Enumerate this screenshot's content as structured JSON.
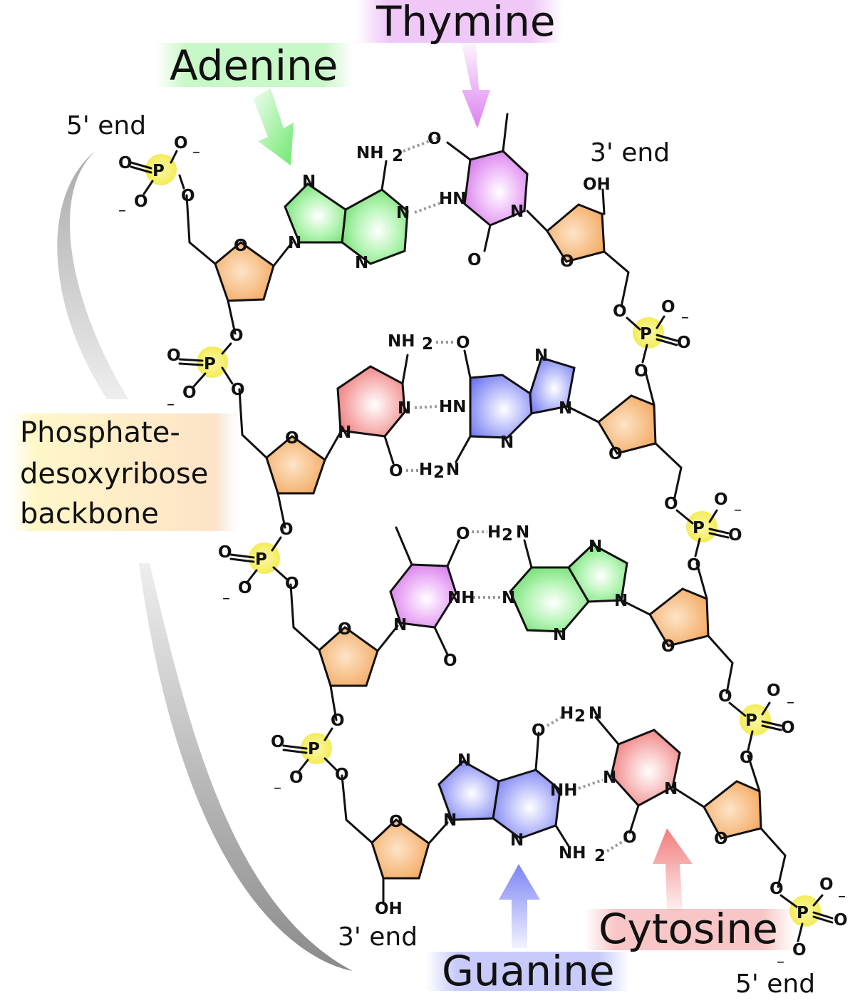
{
  "labels": {
    "thymine": "Thymine",
    "adenine": "Adenine",
    "guanine": "Guanine",
    "cytosine": "Cytosine",
    "backbone_line1": "Phosphate-",
    "backbone_line2": "desoxyribose",
    "backbone_line3": "backbone",
    "end_5_top": "5' end",
    "end_3_top": "3' end",
    "end_3_bottom": "3' end",
    "end_5_bottom": "5' end"
  },
  "atoms": {
    "P": "P",
    "O": "O",
    "N": "N",
    "NH": "NH",
    "HN": "HN",
    "NH2": "NH",
    "sub2": "2",
    "H2": "H",
    "OH": "OH",
    "minus": "–"
  },
  "colors": {
    "adenine": "#6ee86e",
    "thymine": "#dc80f0",
    "guanine": "#7c84f4",
    "cytosine": "#f27c7c",
    "sugar": "#f4a860",
    "phosphate": "#f5f060",
    "backbone_curve": "#999999",
    "hydrogen_bond": "#999999"
  }
}
